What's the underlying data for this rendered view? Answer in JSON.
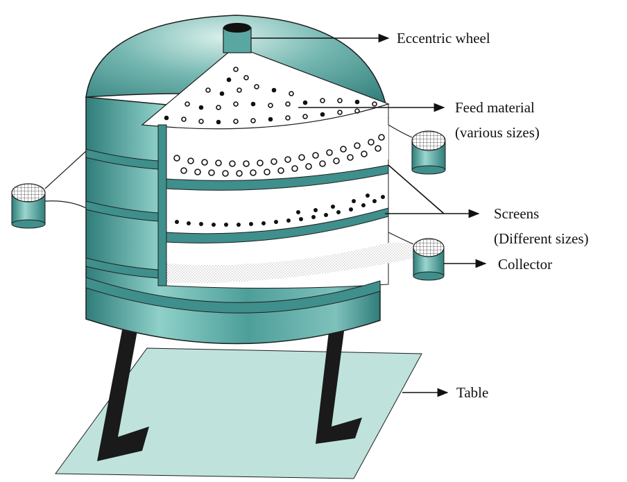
{
  "labels": {
    "eccentric_wheel": "Eccentric wheel",
    "feed_material_line1": "Feed material",
    "feed_material_line2": "(various sizes)",
    "screens_line1": "Screens",
    "screens_line2": "(Different sizes)",
    "collector": "Collector",
    "table": "Table"
  },
  "colors": {
    "body_teal": "#3f8f8c",
    "body_light": "#7fc1bb",
    "table_fill": "#bfe3dc",
    "leg_dark": "#1a1a1a",
    "outline": "#1d1d1d"
  }
}
